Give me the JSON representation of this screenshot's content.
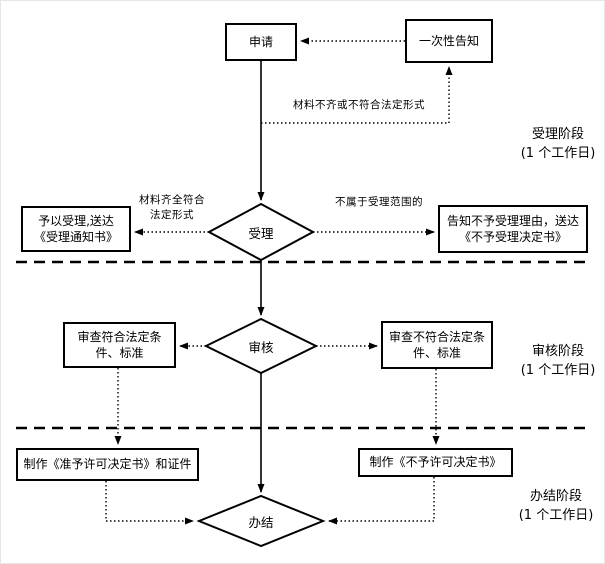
{
  "diagram": {
    "type": "flowchart",
    "language": "zh-CN",
    "colors": {
      "line": "#000000",
      "background": "#ffffff",
      "box_border": "#000000",
      "text": "#000000"
    },
    "nodes": {
      "apply": "申请",
      "one_time_notice": "一次性告知",
      "accept": "受理",
      "grant_accept": "予以受理,送达《受理通知书》",
      "deny_accept": "告知不予受理理由，送达《不予受理决定书》",
      "review": "审核",
      "review_pass": "审查符合法定条件、标准",
      "review_fail": "审查不符合法定条件、标准",
      "make_license": "制作《准予许可决定书》和证件",
      "make_denial": "制作《不予许可决定书》",
      "complete": "办结"
    },
    "edge_labels": {
      "materials_incomplete": "材料不齐或不符合法定形式",
      "materials_complete": "材料齐全符合法定形式",
      "out_of_scope": "不属于受理范围的"
    },
    "stages": [
      {
        "name": "受理阶段",
        "duration": "(1 个工作日)"
      },
      {
        "name": "审核阶段",
        "duration": "(1 个工作日)"
      },
      {
        "name": "办结阶段",
        "duration": "(1 个工作日)"
      }
    ]
  }
}
